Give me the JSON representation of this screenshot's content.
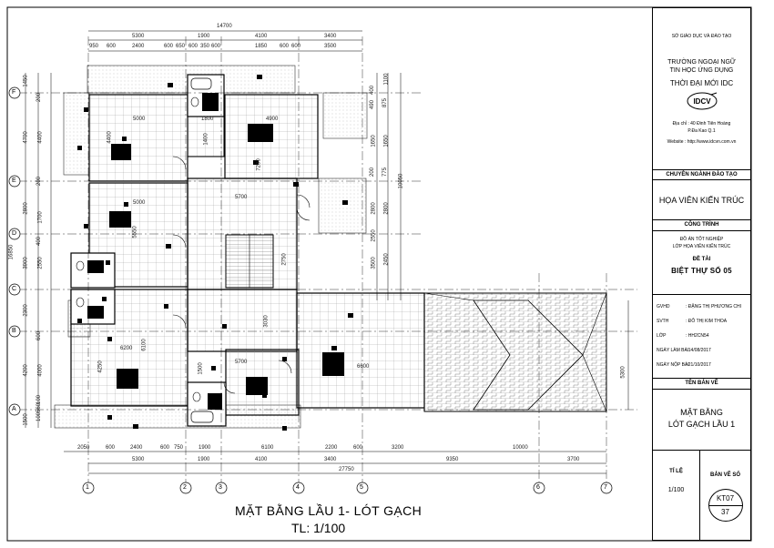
{
  "drawing": {
    "title": "MẶT BẰNG LẦU 1- LÓT GẠCH",
    "scale": "TL: 1/100",
    "grid_x": [
      "1",
      "2",
      "3",
      "4",
      "5",
      "6",
      "7"
    ],
    "grid_y": [
      "A",
      "B",
      "C",
      "D",
      "E",
      "F"
    ],
    "top_dims": {
      "overall": "14700",
      "row1": [
        "5300",
        "1900",
        "4100",
        "3400"
      ],
      "row2": [
        "950",
        "600",
        "2400",
        "600",
        "650",
        "600",
        "350",
        "600",
        "1850",
        "600",
        "600",
        "3500"
      ]
    },
    "bottom_dims": {
      "row1": [
        "2050",
        "600",
        "2400",
        "600",
        "750",
        "1900",
        "6100",
        "2200",
        "600",
        "3200",
        "10000"
      ],
      "row2": [
        "5300",
        "1900",
        "4100",
        "3400",
        "9350",
        "3700"
      ],
      "overall": "27750"
    },
    "left_dims": {
      "overall": "16850",
      "col1": [
        "1450",
        "4700",
        "2800",
        "3900",
        "2300",
        "4200",
        "1500"
      ],
      "col2": [
        "200",
        "4400",
        "200",
        "1700",
        "400",
        "2550",
        "600",
        "4000",
        "100",
        "560",
        "100"
      ]
    },
    "right_dims": {
      "overall": "10050",
      "col1": [
        "1100",
        "875",
        "1650",
        "775",
        "2800",
        "2450",
        "2550"
      ],
      "col2": [
        "400",
        "490",
        "1650",
        "200",
        "2800",
        "3500",
        "5300"
      ]
    },
    "room_labels": [
      "5000",
      "4400",
      "4900",
      "7200",
      "1800",
      "1400",
      "5000",
      "5550",
      "5700",
      "2750",
      "6200",
      "6100",
      "4250",
      "3030",
      "5700",
      "1500",
      "6600"
    ]
  },
  "title_block": {
    "department": "SỞ GIÁO DỤC VÀ ĐÀO TẠO",
    "school_1": "TRƯỜNG NGOẠI NGỮ",
    "school_2": "TIN HỌC ỨNG DỤNG",
    "school_3": "THỜI ĐẠI MỚI IDC",
    "logo_text": "IDCV",
    "address_1": "Địa chỉ : 40 Đinh Tiên Hoàng",
    "address_2": "P.Đa Kao   Q.1",
    "website": "Website : http://www.idcvn.com.vn",
    "major_header": "CHUYÊN NGÀNH ĐÀO TẠO",
    "major": "HỌA VIÊN KIẾN TRÚC",
    "project_header": "CÔNG TRÌNH",
    "project_1": "ĐỒ ÁN TỐT NGHIỆP",
    "project_2": "LỚP HỌA VIÊN KIẾN TRÚC",
    "topic_header": "ĐỀ TÀI",
    "topic": "BIỆT THỰ SỐ 05",
    "info": [
      {
        "label": "GVHD",
        "value": ": ĐẶNG THỊ PHƯƠNG CHI"
      },
      {
        "label": "SVTH",
        "value": ": ĐỖ THỊ KIM THOA"
      },
      {
        "label": "LỚP",
        "value": ": HH2CN54"
      },
      {
        "label": "NGÀY LÀM BÀI",
        "value": ": 14/08/2017"
      },
      {
        "label": "NGÀY NỘP BÀI",
        "value": ": 21/10/2017"
      }
    ],
    "sheet_name_header": "TÊN BẢN VẼ",
    "sheet_name_1": "MẶT BẰNG",
    "sheet_name_2": "LÓT GẠCH LẦU 1",
    "scale_header": "TỈ LỆ",
    "scale": "1/100",
    "sheet_no_header": "BẢN VẼ SỐ",
    "sheet_code": "KT07",
    "sheet_no": "37"
  }
}
